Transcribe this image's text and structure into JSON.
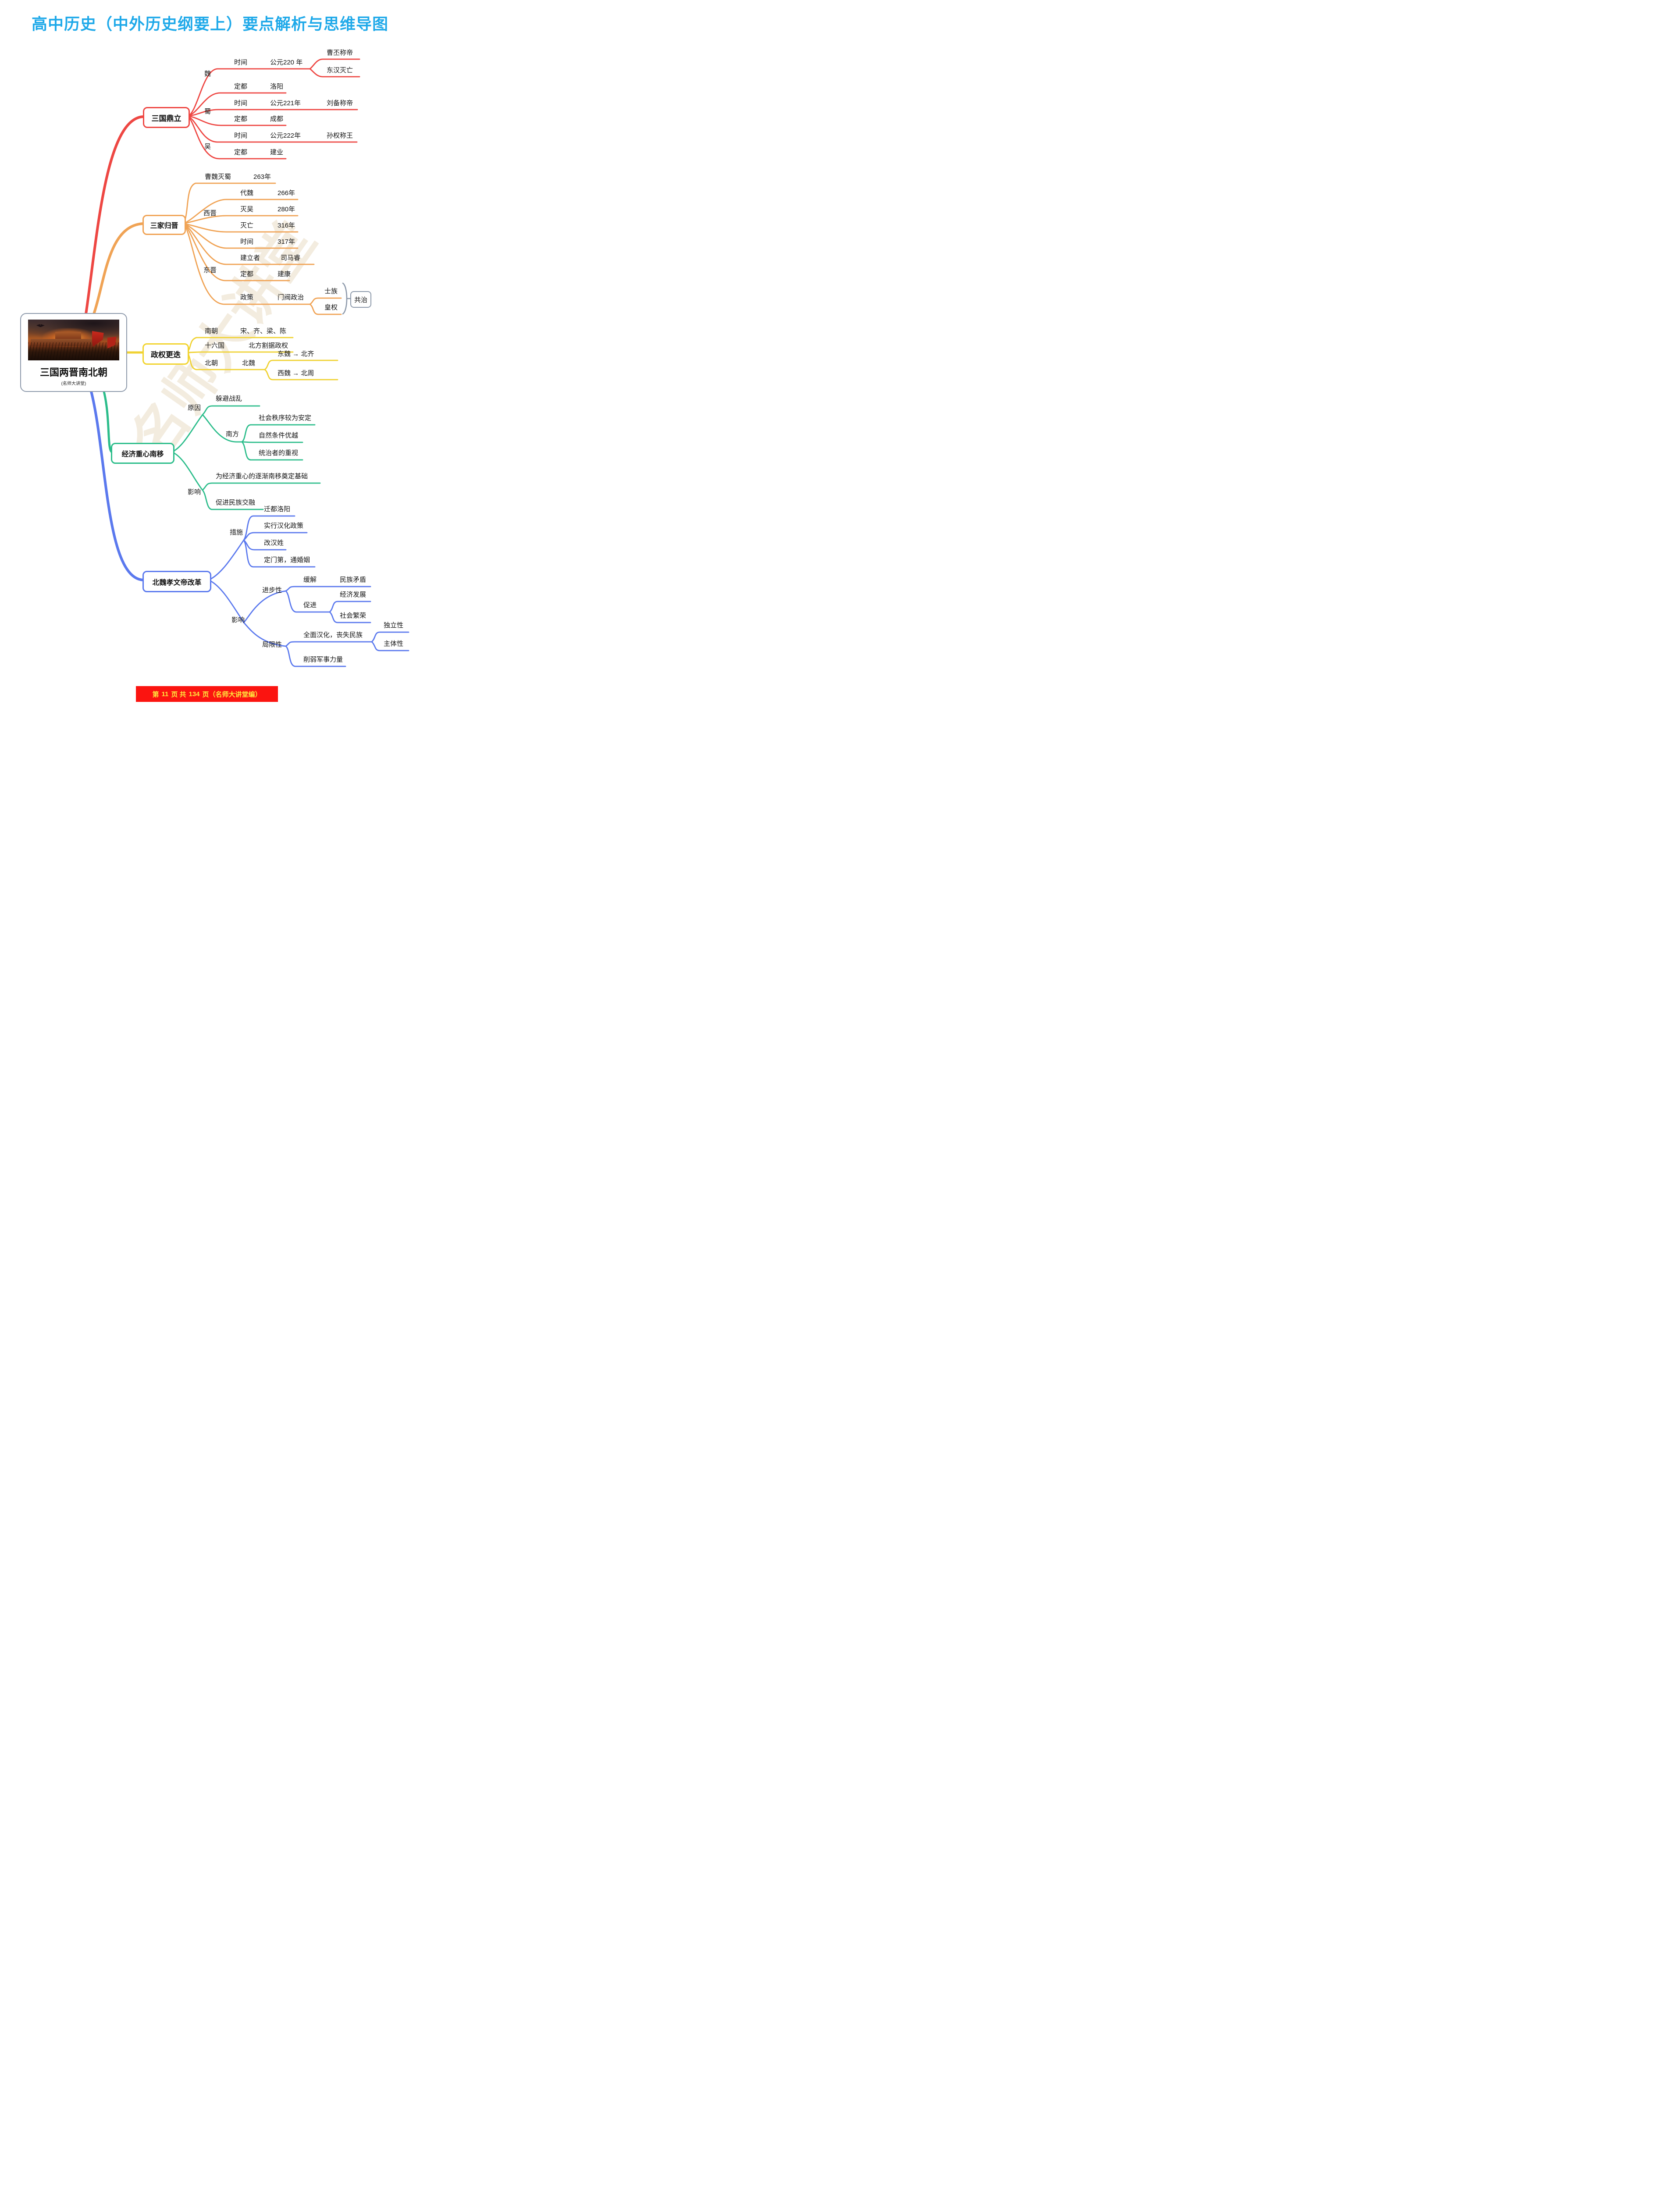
{
  "page_title": "高中历史（中外历史纲要上）要点解析与思维导图",
  "watermark": "名师大讲堂",
  "root": {
    "title": "三国两晋南北朝",
    "subtitle": "(名师大讲堂)"
  },
  "branch1": {
    "label": "三国鼎立",
    "wei": {
      "label": "魏",
      "time_k": "时间",
      "time_v": "公元220 年",
      "time_children": [
        "曹丕称帝",
        "东汉灭亡"
      ],
      "capital_k": "定都",
      "capital_v": "洛阳"
    },
    "shu": {
      "label": "蜀",
      "time_k": "时间",
      "time_v": "公元221年",
      "time_note": "刘备称帝",
      "capital_k": "定都",
      "capital_v": "成都"
    },
    "wu": {
      "label": "吴",
      "time_k": "时间",
      "time_v": "公元222年",
      "time_note": "孙权称王",
      "capital_k": "定都",
      "capital_v": "建业"
    }
  },
  "branch2": {
    "label": "三家归晋",
    "caowei_k": "曹魏灭蜀",
    "caowei_v": "263年",
    "xijin": {
      "label": "西晋",
      "rows": [
        [
          "代魏",
          "266年"
        ],
        [
          "灭吴",
          "280年"
        ],
        [
          "灭亡",
          "316年"
        ]
      ]
    },
    "dongjin": {
      "label": "东晋",
      "time_k": "时间",
      "time_v": "317年",
      "founder_k": "建立者",
      "founder_v": "司马睿",
      "capital_k": "定都",
      "capital_v": "建康",
      "policy_k": "政策",
      "policy_v": "门阀政治",
      "policy_children": [
        "士族",
        "皇权"
      ],
      "result": "共治"
    }
  },
  "branch3": {
    "label": "政权更迭",
    "nanchao_k": "南朝",
    "nanchao_v": "宋、齐、梁、陈",
    "shiliuguo_k": "十六国",
    "shiliuguo_v": "北方割据政权",
    "beichao_k": "北朝",
    "beichao_v": "北魏",
    "beichao_children": [
      "东魏 → 北齐",
      "西魏 → 北周"
    ]
  },
  "branch4": {
    "label": "经济重心南移",
    "reason_label": "原因",
    "reason1": "躲避战乱",
    "south_label": "南方",
    "south_children": [
      "社会秩序较为安定",
      "自然条件优越",
      "统治者的重视"
    ],
    "effect_label": "影响",
    "effects": [
      "为经济重心的逐渐南移奠定基础",
      "促进民族交融"
    ]
  },
  "branch5": {
    "label": "北魏孝文帝改革",
    "measures_label": "措施",
    "measures": [
      "迁都洛阳",
      "实行汉化政策",
      "改汉姓",
      "定门第，通婚姻"
    ],
    "effect_label": "影响",
    "progress_label": "进步性",
    "huanjie_k": "缓解",
    "huanjie_v": "民族矛盾",
    "cujin_label": "促进",
    "cujin_children": [
      "经济发展",
      "社会繁荣"
    ],
    "limit_label": "局限性",
    "quanmian": "全面汉化，丧失民族",
    "quanmian_children": [
      "独立性",
      "主体性"
    ],
    "xueruo": "削弱军事力量"
  },
  "footer": {
    "prefix": "第",
    "page": "11",
    "mid": "页 共",
    "total": "134",
    "suffix": "页（名师大讲堂编）"
  }
}
